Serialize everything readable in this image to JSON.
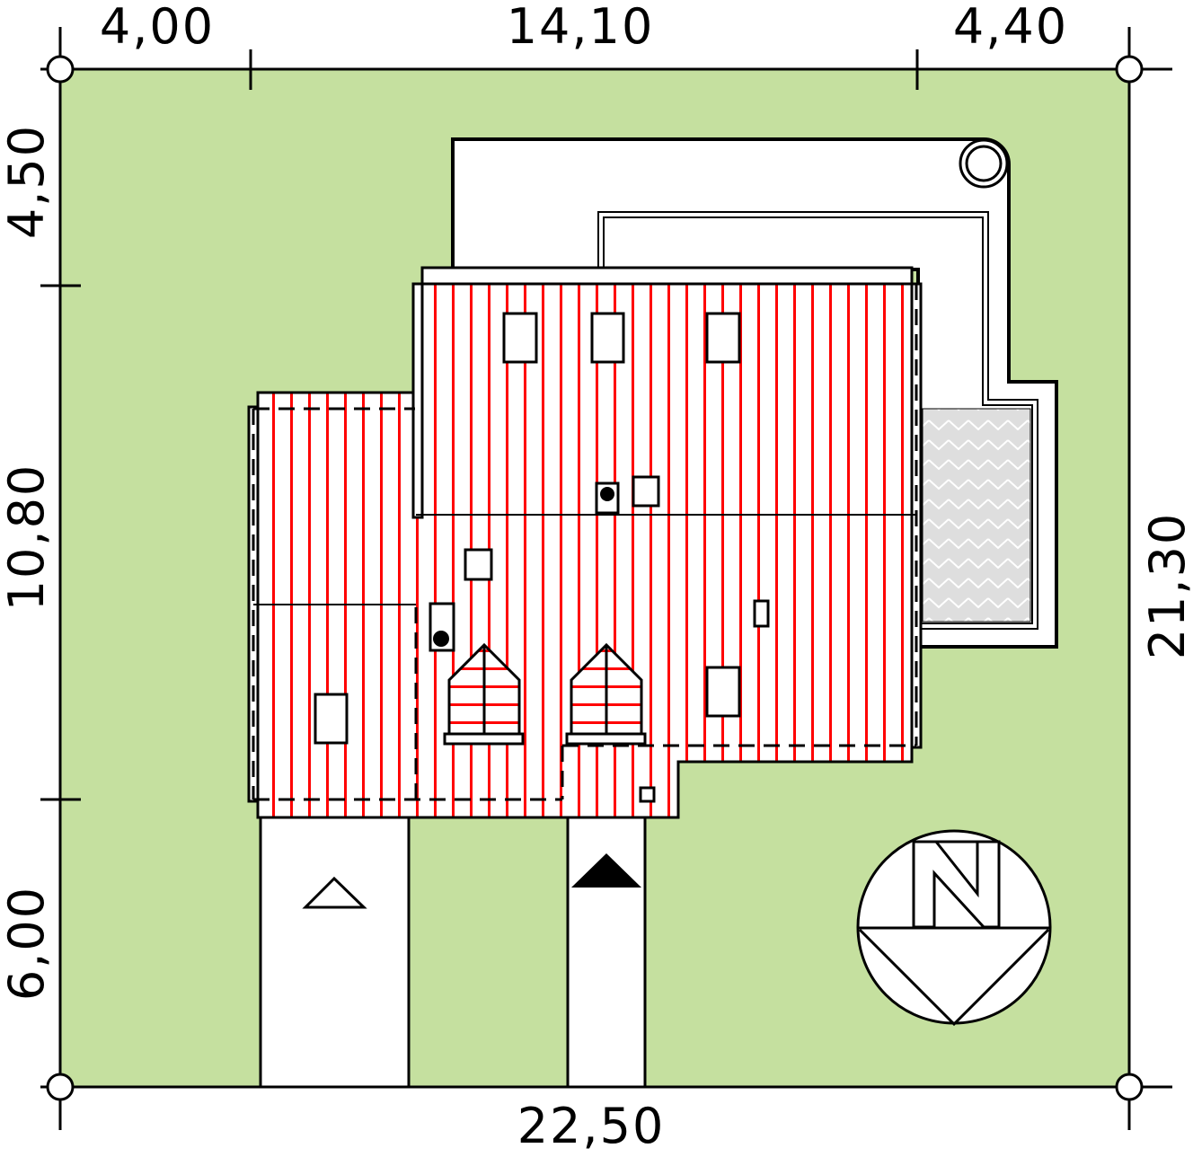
{
  "dimensions": {
    "top": [
      "4,00",
      "14,10",
      "4,40"
    ],
    "bottom": "22,50",
    "left": [
      "4,50",
      "10,80",
      "6,00"
    ],
    "right": "21,30"
  },
  "compass": {
    "letter": "N"
  },
  "colors": {
    "plot": "#c5e09f",
    "roof_stripe": "#ff0000",
    "outline": "#000000",
    "pool": "#d9d9d9"
  }
}
